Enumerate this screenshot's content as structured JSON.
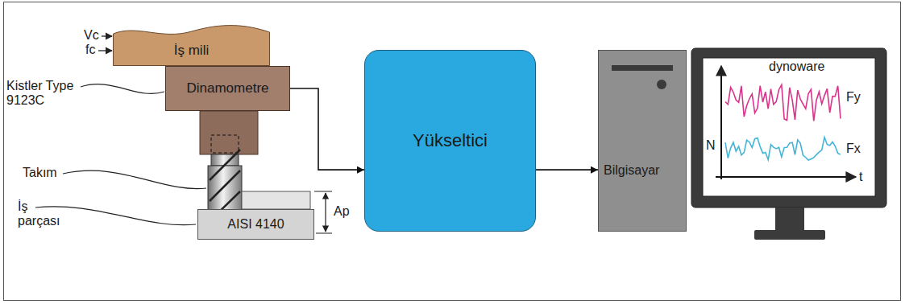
{
  "diagram": {
    "nodes": [
      {
        "text": [
          "İş mili"
        ]
      },
      {
        "text": [
          "Dinamometre"
        ]
      },
      {
        "text": [
          "AISI 4140"
        ]
      },
      {
        "text": [
          "Yükseltici"
        ]
      },
      {
        "text": [
          "Bilgisayar"
        ]
      },
      {
        "text": [
          "dynoware",
          "N",
          "Fy",
          "Fx",
          "t"
        ]
      }
    ],
    "edges": [
      {
        "from": 1,
        "to": 3,
        "arrow": "to"
      },
      {
        "from": 3,
        "to": 4,
        "arrow": "to"
      }
    ],
    "labels": [
      "Vc",
      "fc",
      "Kistler Type 9123C",
      "Takım",
      "İş parçası",
      "Ap"
    ]
  }
}
